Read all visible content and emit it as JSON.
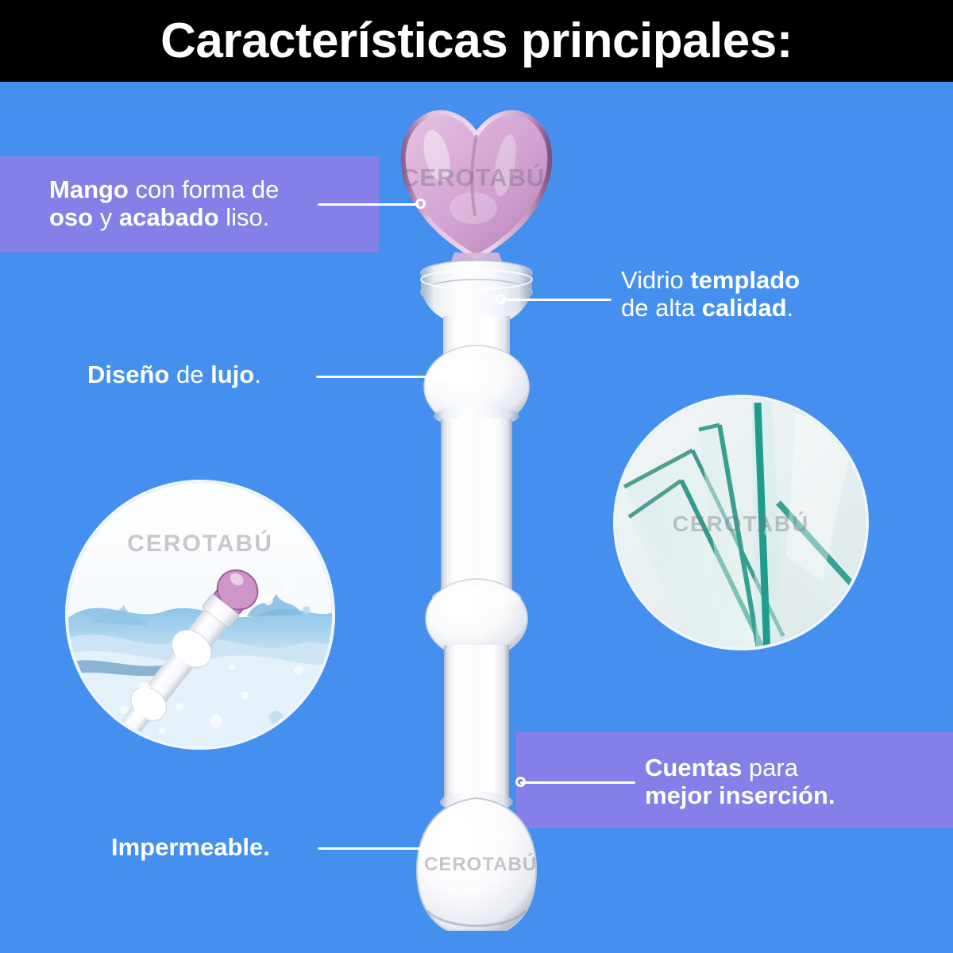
{
  "header": {
    "title": "Características principales:"
  },
  "theme": {
    "background": "#4590ef",
    "band": "#8480e8",
    "header_bg": "#000000",
    "text": "#ffffff",
    "leader": "#ffffff"
  },
  "brand": {
    "watermark": "CEROTABÚ"
  },
  "callouts": [
    {
      "id": "mango",
      "line1_bold": "Mango",
      "line1_rest": " con forma de",
      "line2_bold": "oso",
      "line2_mid": " y ",
      "line2_bold2": "acabado",
      "line2_rest": " liso.",
      "band": true,
      "side": "left"
    },
    {
      "id": "vidrio",
      "line1_rest": "Vidrio ",
      "line1_bold": "templado",
      "line2_rest": "de alta ",
      "line2_bold": "calidad",
      "line2_tail": ".",
      "band": false,
      "side": "right"
    },
    {
      "id": "diseno",
      "line1_bold": "Diseño",
      "line1_mid": " de ",
      "line1_bold2": "lujo",
      "line1_tail": ".",
      "band": false,
      "side": "left"
    },
    {
      "id": "cuentas",
      "line1_bold": "Cuentas",
      "line1_rest": " para",
      "line2_bold": "mejor inserción.",
      "band": true,
      "side": "right"
    },
    {
      "id": "impermeable",
      "line1_bold": "Impermeable",
      "line1_tail": ".",
      "band": false,
      "side": "left"
    }
  ],
  "insets": [
    {
      "id": "water",
      "subject": "product-submerged-in-water",
      "watermark": "CEROTABÚ"
    },
    {
      "id": "glass",
      "subject": "tempered-glass-sheets",
      "watermark": "CEROTABÚ"
    }
  ],
  "product": {
    "name": "heart-handle-glass-wand",
    "handle_color": "#d9a8d6",
    "shaft_color": "#f4f4f6",
    "watermark_heart": "CEROTABÚ",
    "watermark_tip": "CEROTABÚ"
  }
}
